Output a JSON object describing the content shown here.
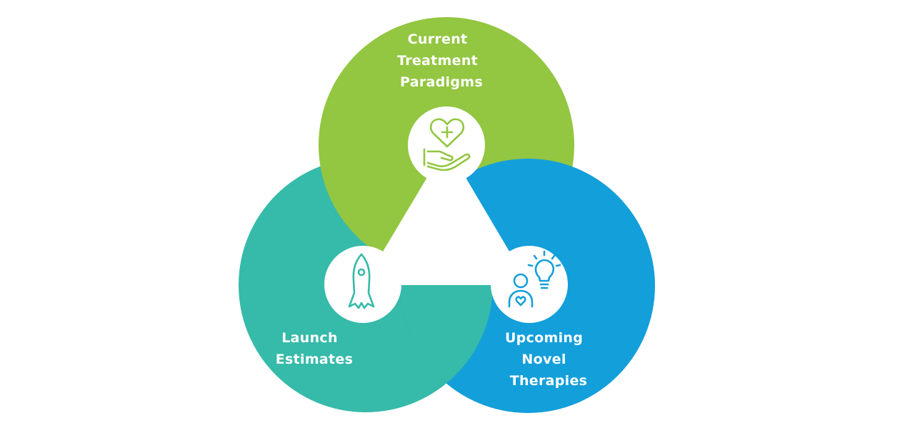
{
  "diagram": {
    "type": "venn-three-circles",
    "colors": {
      "green": "#93c641",
      "teal": "#36baa9",
      "blue": "#139fda",
      "center": "#ffffff"
    },
    "circles": [
      {
        "id": "current-treatment",
        "color": "#93c641",
        "label_lines": [
          "Current",
          "Treatment",
          "Paradigms"
        ],
        "icon": "heart-in-hand-icon"
      },
      {
        "id": "launch-estimates",
        "color": "#36baa9",
        "label_lines": [
          "Launch",
          "Estimates"
        ],
        "icon": "rocket-icon"
      },
      {
        "id": "upcoming-novel-therapies",
        "color": "#139fda",
        "label_lines": [
          "Upcoming",
          "Novel",
          "Therapies"
        ],
        "icon": "person-lightbulb-icon"
      }
    ]
  }
}
